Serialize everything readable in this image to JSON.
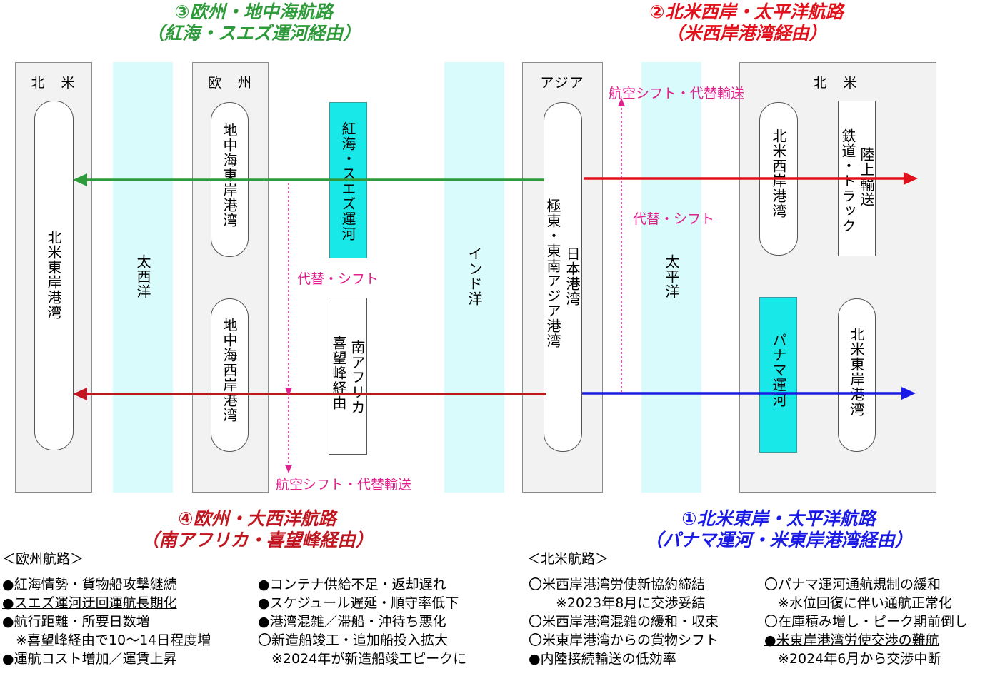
{
  "headings": {
    "route3": {
      "line1": "③欧州・地中海航路",
      "line2": "（紅海・スエズ運河経由）"
    },
    "route2": {
      "line1": "②北米西岸・太平洋航路",
      "line2": "（米西岸港湾経由）"
    },
    "route4": {
      "line1": "④欧州・大西洋航路",
      "line2": "（南アフリカ・喜望峰経由）"
    },
    "route1": {
      "line1": "①北米東岸・太平洋航路",
      "line2": "（パナマ運河・米東岸港湾経由）"
    }
  },
  "regions": {
    "north_america_left": "北　米",
    "europe": "欧　州",
    "asia": "アジア",
    "north_america_right": "北　米"
  },
  "oceans": {
    "atlantic": "太西洋",
    "indian": "インド洋",
    "pacific": "太平洋"
  },
  "nodes": {
    "na_east_coast_left": "北米東岸港湾",
    "med_east_coast": "地中海東岸港湾",
    "med_west_coast": "地中海西岸港湾",
    "red_sea_suez": "紅海・スエズ運河",
    "south_africa_line1": "南アフリカ",
    "south_africa_line2": "喜望峰経由",
    "asia_line1": "日本港湾",
    "asia_line2": "極東・東南アジア港湾",
    "na_west_coast": "北米西岸港湾",
    "land_transport_line1": "陸上輸送",
    "land_transport_line2": "鉄道・トラック",
    "panama_canal": "パナマ運河",
    "na_east_coast_right": "北米東岸港湾"
  },
  "shift_labels": {
    "air_shift_top": "航空シフト・代替輸送",
    "alt_shift_right": "代替・シフト",
    "alt_shift_left": "代替・シフト",
    "air_shift_bottom": "航空シフト・代替輸送"
  },
  "colors": {
    "route3_green": "#2E9B3A",
    "route2_red": "#E2101A",
    "route4_crimson": "#C0161F",
    "route1_blue": "#1A1AE6",
    "ocean": "#D9FBFB",
    "canal": "#19E8E8",
    "shift_pink": "#E0208C"
  },
  "notes": {
    "europe": {
      "title": "＜欧州航路＞",
      "col1": [
        "●紅海情勢・貨物船攻撃継続",
        "●スエズ運河迂回運航長期化",
        "●航行距離・所要日数増",
        "　※喜望峰経由で10～14日程度増",
        "●運航コスト増加／運賃上昇"
      ],
      "col2": [
        "●コンテナ供給不足・返却遅れ",
        "●スケジュール遅延・順守率低下",
        "●港湾混雑／滞船・沖待ち悪化",
        "〇新造船竣工・追加船投入拡大",
        "　※2024年が新造船竣工ピークに"
      ]
    },
    "north_america": {
      "title": "＜北米航路＞",
      "col1": [
        "〇米西岸港湾労使新協約締結",
        "　　※2023年8月に交渉妥結",
        "〇米西岸港湾混雑の緩和・収束",
        "〇米東岸港湾からの貨物シフト",
        "●内陸接続輸送の低効率"
      ],
      "col2": [
        "〇パナマ運河通航規制の緩和",
        "　※水位回復に伴い通航正常化",
        "〇在庫積み増し・ピーク期前倒し",
        "●米東岸港湾労使交渉の難航",
        "　※2024年6月から交渉中断"
      ]
    }
  }
}
